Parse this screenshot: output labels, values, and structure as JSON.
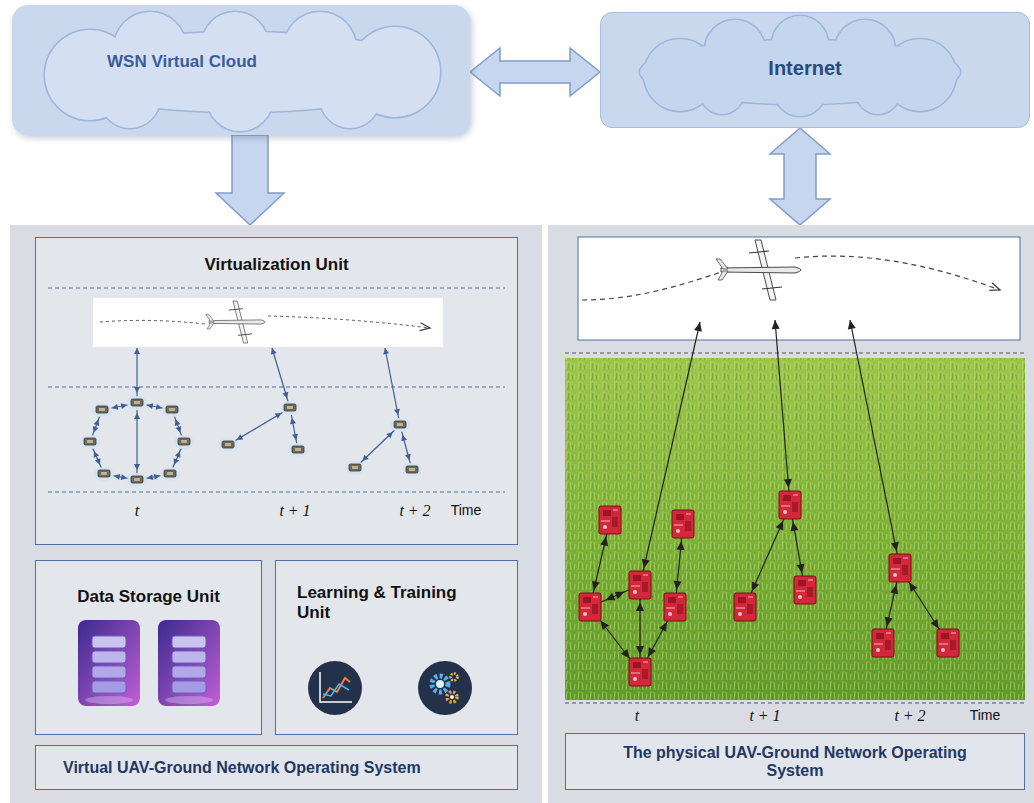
{
  "diagram": {
    "nodes": [
      {
        "text": [
          "WSN Virtual Cloud"
        ]
      },
      {
        "text": [
          "Internet"
        ]
      },
      {
        "text": [
          "Virtual UAV-Ground Network Operating System"
        ]
      },
      {
        "text": [
          "Virtualization Unit"
        ],
        "in": 2
      },
      {
        "text": [
          "Data Storage Unit"
        ],
        "in": 2
      },
      {
        "text": [
          "Learning & Training Unit"
        ],
        "in": 2
      },
      {
        "text": [
          "The physical UAV-Ground Network Operating System"
        ]
      }
    ],
    "edges": [
      {
        "from": 0,
        "to": 1,
        "arrow": "both"
      },
      {
        "from": 0,
        "to": 2,
        "arrow": "to"
      },
      {
        "from": 1,
        "to": 6,
        "arrow": "both"
      }
    ],
    "labels": [
      "t",
      "t + 1",
      "t + 2",
      "Time",
      "t",
      "t + 1",
      "t + 2",
      "Time"
    ]
  }
}
